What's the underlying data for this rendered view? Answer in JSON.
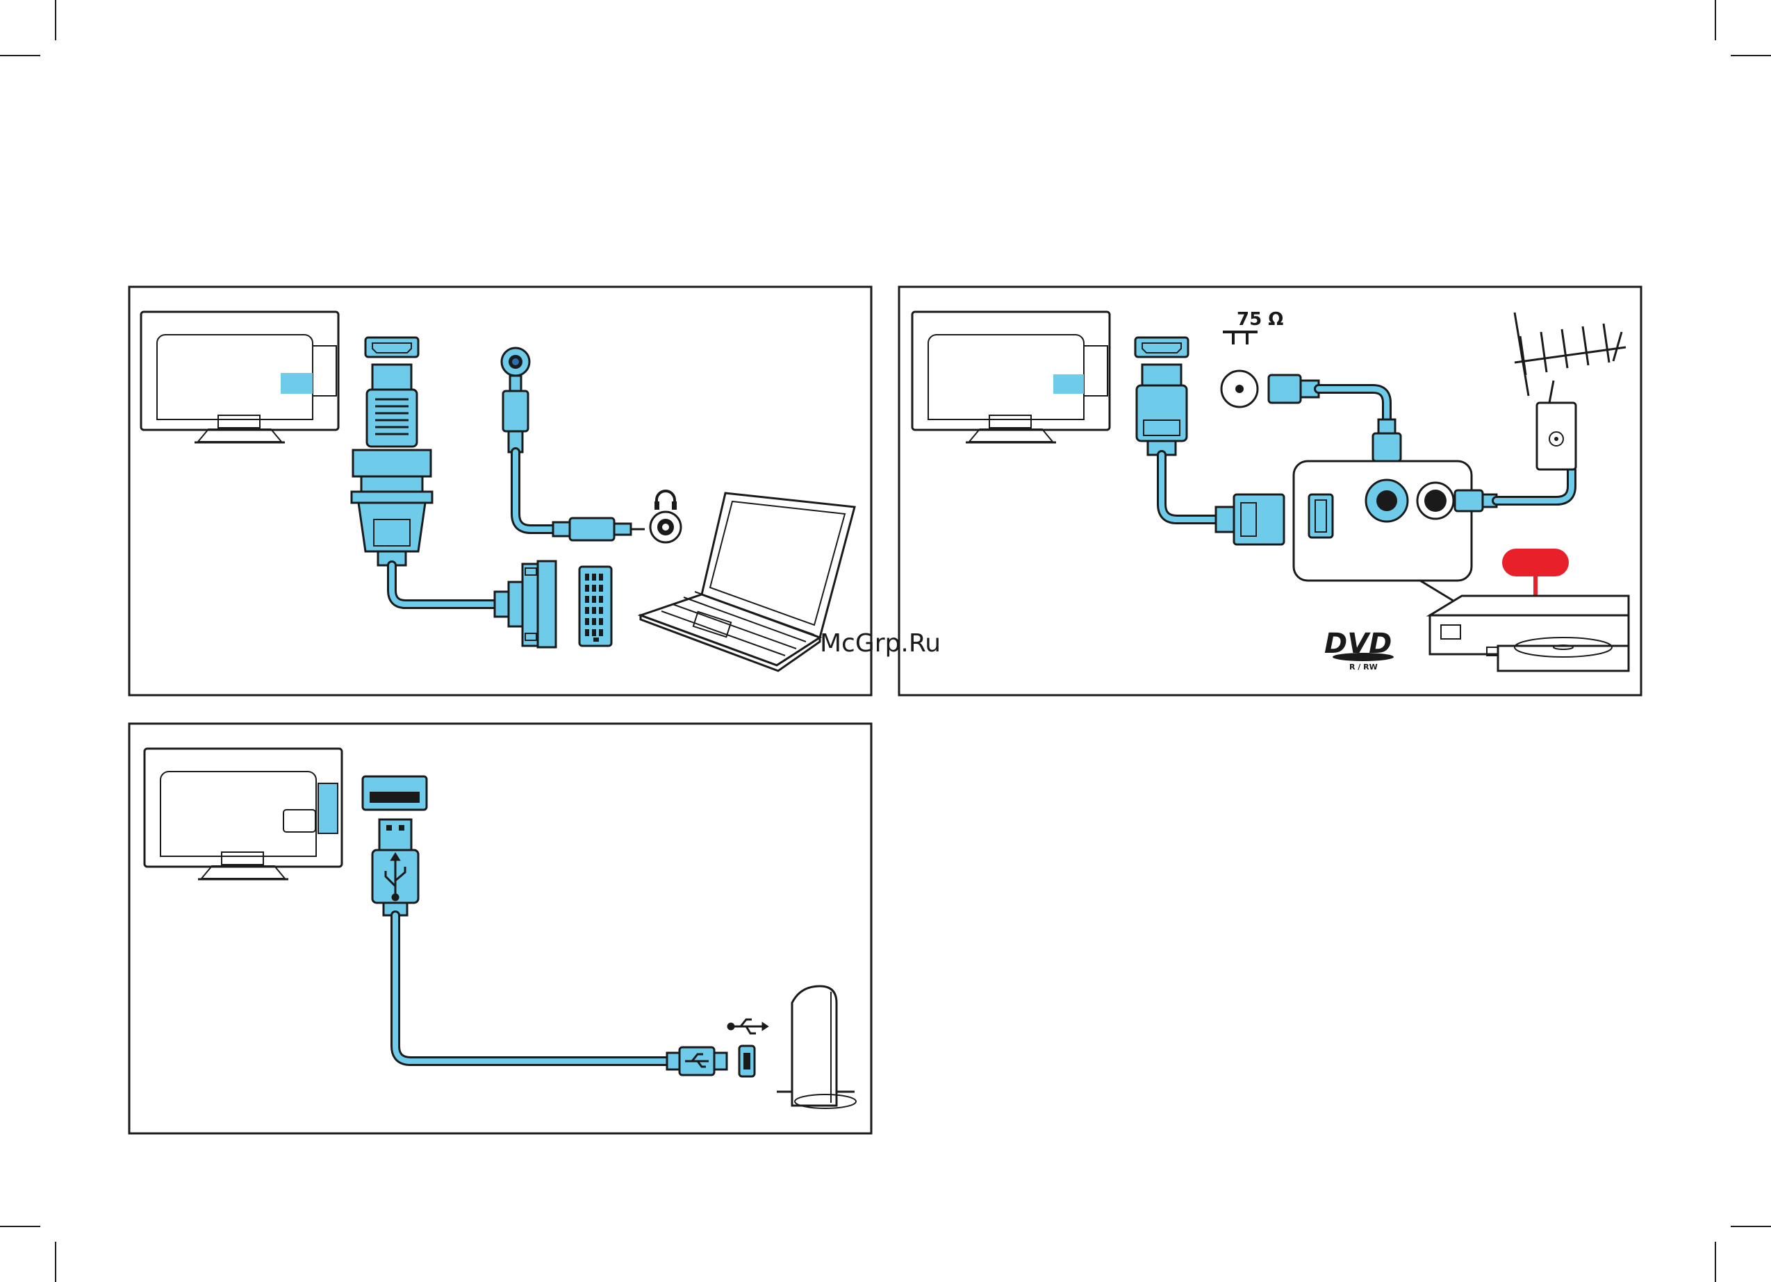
{
  "impedance_label": "75 Ω",
  "dvd_logo": {
    "text": "DVD",
    "sub": "R / RW"
  },
  "watermark": "McGrp.Ru",
  "colors": {
    "accent": "#6ecbea",
    "line": "#1a1a1a",
    "standby": "#e8202a"
  },
  "icons": [
    "headphones-icon",
    "usb-icon"
  ]
}
